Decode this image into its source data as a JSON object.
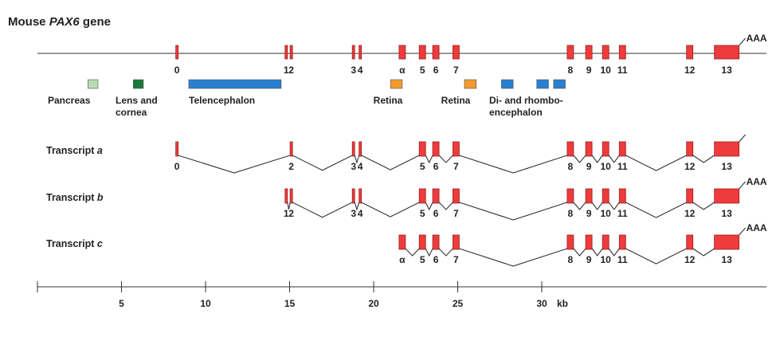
{
  "title": {
    "prefix": "Mouse ",
    "italic": "PAX6",
    "suffix": " gene"
  },
  "poly_a": "AAA",
  "colors": {
    "exon": "#ee3b3b",
    "exon_edge": "#9c1f1f",
    "line": "#333333",
    "text": "#222222"
  },
  "exons": [
    {
      "label": "0",
      "kb": 8.3
    },
    {
      "label": "1",
      "kb": 14.8
    },
    {
      "label": "2",
      "kb": 15.1
    },
    {
      "label": "3",
      "kb": 18.8
    },
    {
      "label": "4",
      "kb": 19.2
    },
    {
      "label": "α",
      "kb": 21.7
    },
    {
      "label": "5",
      "kb": 22.9
    },
    {
      "label": "6",
      "kb": 23.7
    },
    {
      "label": "7",
      "kb": 24.9
    },
    {
      "label": "8",
      "kb": 31.7
    },
    {
      "label": "9",
      "kb": 32.8
    },
    {
      "label": "10",
      "kb": 33.8
    },
    {
      "label": "11",
      "kb": 34.8
    },
    {
      "label": "12",
      "kb": 38.8
    },
    {
      "label": "13",
      "kb": 41.0
    }
  ],
  "enhancers": [
    {
      "name": "pancreas",
      "color": "#b5dcb0",
      "start": 3.0,
      "end": 3.6
    },
    {
      "name": "lens-cornea",
      "color": "#1a7a3e",
      "start": 5.7,
      "end": 6.3
    },
    {
      "name": "telencephalon",
      "color": "#2a7fd0",
      "start": 9.0,
      "end": 14.5
    },
    {
      "name": "retina-1",
      "color": "#f29a2e",
      "start": 21.0,
      "end": 21.7
    },
    {
      "name": "retina-2",
      "color": "#f29a2e",
      "start": 25.4,
      "end": 26.1
    },
    {
      "name": "di-rhombo-1",
      "color": "#2a7fd0",
      "start": 27.6,
      "end": 28.3
    },
    {
      "name": "di-rhombo-2",
      "color": "#2a7fd0",
      "start": 29.7,
      "end": 30.4
    },
    {
      "name": "di-rhombo-3",
      "color": "#2a7fd0",
      "start": 30.7,
      "end": 31.4
    }
  ],
  "enhancer_labels": [
    {
      "key": "pancreas",
      "lines": [
        "Pancreas"
      ]
    },
    {
      "key": "lens",
      "lines": [
        "Lens and",
        "cornea"
      ]
    },
    {
      "key": "telencephalon",
      "lines": [
        "Telencephalon"
      ]
    },
    {
      "key": "retina-1",
      "lines": [
        "Retina"
      ]
    },
    {
      "key": "retina-2",
      "lines": [
        "Retina"
      ]
    },
    {
      "key": "di-rhombo",
      "lines": [
        "Di- and rhombo-",
        "encephalon"
      ]
    }
  ],
  "transcripts": [
    {
      "name": "Transcript",
      "letter": "a",
      "exons": [
        "0",
        "2",
        "3",
        "4",
        "5",
        "6",
        "7",
        "8",
        "9",
        "10",
        "11",
        "12",
        "13"
      ],
      "poly_a_shown": false
    },
    {
      "name": "Transcript",
      "letter": "b",
      "exons": [
        "1",
        "2",
        "3",
        "4",
        "5",
        "6",
        "7",
        "8",
        "9",
        "10",
        "11",
        "12",
        "13"
      ],
      "poly_a_shown": true
    },
    {
      "name": "Transcript",
      "letter": "c",
      "exons": [
        "α",
        "5",
        "6",
        "7",
        "8",
        "9",
        "10",
        "11",
        "12",
        "13"
      ],
      "poly_a_shown": true
    }
  ],
  "axis": {
    "ticks": [
      "5",
      "10",
      "15",
      "20",
      "25",
      "30"
    ],
    "unit": "kb"
  }
}
